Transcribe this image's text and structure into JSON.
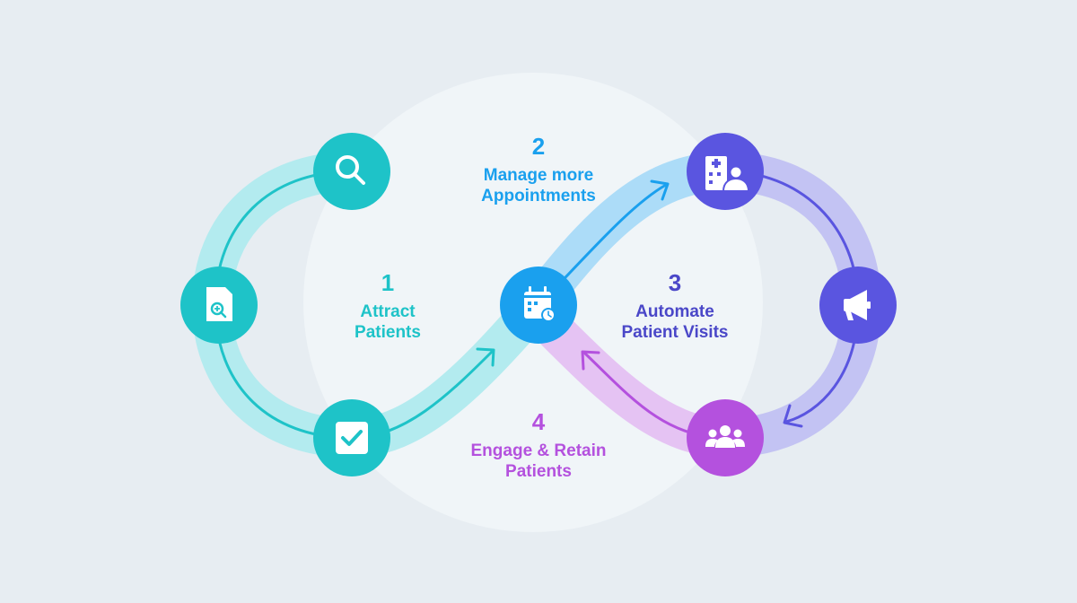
{
  "colors": {
    "background": "#e7edf2",
    "center_circle": "#f0f5f8",
    "teal": "#1ec3c8",
    "blue": "#1aa0ee",
    "indigo": "#5a55e0",
    "purple": "#b451de",
    "teal_band": "#b3ebef",
    "blue_band": "#acdcf8",
    "indigo_band": "#c3c3f3",
    "purple_band": "#e5c3f3"
  },
  "steps": [
    {
      "number": "1",
      "text": "Attract\nPatients",
      "color": "#1ec3c8"
    },
    {
      "number": "2",
      "text": "Manage more\nAppointments",
      "color": "#1aa0ee"
    },
    {
      "number": "3",
      "text": "Automate\nPatient Visits",
      "color": "#4a47c8"
    },
    {
      "number": "4",
      "text": "Engage & Retain\nPatients",
      "color": "#b451de"
    }
  ],
  "nodes": [
    {
      "icon": "search-icon",
      "color": "#1ec3c8"
    },
    {
      "icon": "document-search-icon",
      "color": "#1ec3c8"
    },
    {
      "icon": "checkbox-icon",
      "color": "#1ec3c8"
    },
    {
      "icon": "calendar-clock-icon",
      "color": "#1aa0ee"
    },
    {
      "icon": "hospital-doctor-icon",
      "color": "#5a55e0"
    },
    {
      "icon": "megaphone-icon",
      "color": "#5a55e0"
    },
    {
      "icon": "group-icon",
      "color": "#b451de"
    }
  ]
}
